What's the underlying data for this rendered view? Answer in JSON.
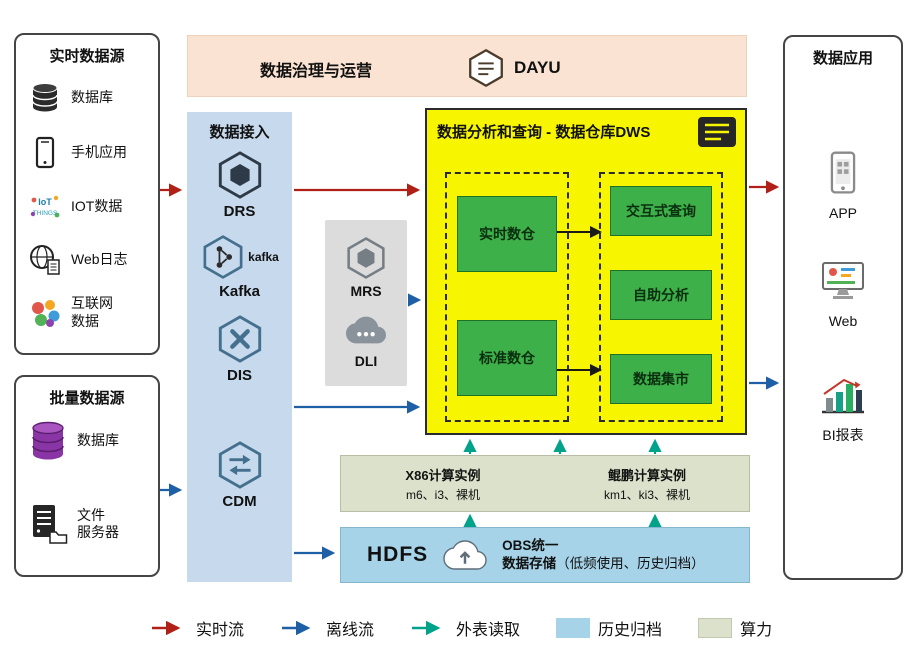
{
  "banner": {
    "title": "数据治理与运营",
    "product": "DAYU"
  },
  "realtime_sources": {
    "title": "实时数据源",
    "items": [
      "数据库",
      "手机应用",
      "IOT数据",
      "Web日志",
      "互联网\n数据"
    ]
  },
  "batch_sources": {
    "title": "批量数据源",
    "items": [
      "数据库",
      "文件\n服务器"
    ]
  },
  "ingestion": {
    "title": "数据接入",
    "services": [
      "DRS",
      "Kafka",
      "DIS",
      "CDM"
    ],
    "kafka_wordmark": "kafka"
  },
  "processing": {
    "services": [
      "MRS",
      "DLI"
    ]
  },
  "dws": {
    "title": "数据分析和查询 - 数据仓库DWS",
    "warehouses": [
      "实时数仓",
      "标准数仓"
    ],
    "capabilities": [
      "交互式查询",
      "自助分析",
      "数据集市"
    ]
  },
  "compute": {
    "x86": {
      "title": "X86计算实例",
      "spec": "m6、i3、裸机"
    },
    "kunpeng": {
      "title": "鲲鹏计算实例",
      "spec": "km1、ki3、裸机"
    }
  },
  "storage": {
    "hdfs": "HDFS",
    "obs_line1": "OBS统一",
    "obs_line2": "数据存储",
    "obs_note": "（低频使用、历史归档）"
  },
  "applications": {
    "title": "数据应用",
    "items": [
      "APP",
      "Web",
      "BI报表"
    ]
  },
  "legend": {
    "items": [
      {
        "label": "实时流",
        "type": "arrow",
        "color": "#b02018"
      },
      {
        "label": "离线流",
        "type": "arrow",
        "color": "#1f5fa5"
      },
      {
        "label": "外表读取",
        "type": "arrow",
        "color": "#00a389"
      },
      {
        "label": "历史归档",
        "type": "swatch",
        "color": "#a6d3e8"
      },
      {
        "label": "算力",
        "type": "swatch",
        "color": "#dbe1ca"
      }
    ]
  },
  "colors": {
    "dws_background": "#f7f600",
    "green_box": "#3eb049",
    "ingestion_background": "#c6d9ed",
    "banner_background": "#fae3d2",
    "processing_background": "#dcdcdc"
  }
}
